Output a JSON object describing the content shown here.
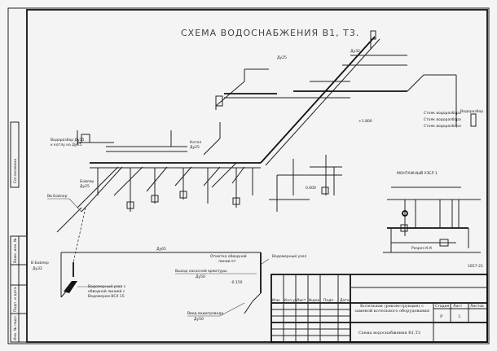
{
  "drawing": {
    "title": "СХЕМА ВОДОСНАБЖЕНИЯ В1, Т3.",
    "section_title": "МОНТАЖНЫЙ УЗЕЛ 1",
    "section_label": "Разрез К-К",
    "drawing_number": "1657-21",
    "labels": {
      "boiler_in": "Вв Бойлер",
      "boiler_feed": "В Бойлер",
      "boiler_feed_dn": "Ду32",
      "meter_1": "Водомерный узел с",
      "meter_2": "обводной линией с",
      "meter_3": "Водомером ВСХ 15",
      "main_dn": "Ду65",
      "bypass_1": "Отметка обводной",
      "bypass_2": "линии от",
      "device_out": "Выход насосной арматуры",
      "device_out_dn": "Ду50",
      "inlet_1": "Ввод водопровода",
      "inlet_2": "Ду50",
      "meter_node": "Водомерный узел",
      "riser_1": "Стояк водоразбора",
      "riser_2": "Стояк водоразбора",
      "riser_3": "Стояк водоразбора",
      "riser_4": "Водоразбор",
      "left_1": "Водоразбор Ду15",
      "left_2": "к котлу на Ду15",
      "left_3": "Бойлер",
      "left_4": "Ду25",
      "mid_1": "Котел",
      "mid_2": "Ду25",
      "top_1": "Ду25",
      "top_2": "Ду32",
      "mark_1": "0.000",
      "mark_2": "+1.800",
      "mark_3": "-0.150"
    }
  },
  "stamp_strip": [
    "Инв. № подл.",
    "Подп. и дата",
    "Взам. инв. №"
  ],
  "side_label": "Согласовано",
  "title_block": {
    "headers": [
      "Изм.",
      "Кол.уч",
      "Лист",
      "№док.",
      "Подп.",
      "Дата"
    ],
    "description": "Котельная (реконструкция) с заменой котельного оборудования",
    "sheet_name": "Схема водоснабжения В1,Т3",
    "stage_header": "Стадия",
    "sheet_header": "Лист",
    "sheets_header": "Листов",
    "stage": "Р",
    "sheet": "3"
  }
}
